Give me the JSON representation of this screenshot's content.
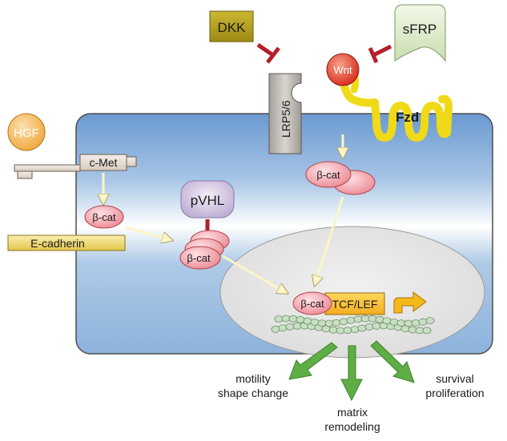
{
  "labels": {
    "dkk": "DKK",
    "sfrp": "sFRP",
    "wnt": "Wnt",
    "lrp": "LRP5/6",
    "fzd": "Fzd",
    "hgf": "HGF",
    "cmet": "c-Met",
    "pvhl": "pVHL",
    "ecadherin": "E-cadherin",
    "bcat": "β-cat",
    "tcf": "TCF/LEF",
    "out_motility_1": "motility",
    "out_motility_2": "shape change",
    "out_matrix_1": "matrix",
    "out_matrix_2": "remodeling",
    "out_survival_1": "survival",
    "out_survival_2": "proliferation"
  },
  "colors": {
    "cell_top": "#6f9fd2",
    "cell_mid": "#ffffff",
    "cell_bottom": "#8fb5dc",
    "nucleus": "#e8e8e8",
    "bcat": "#f3a0a8",
    "inhibit": "#b51f2a",
    "arrow": "#fbf6c4",
    "output_arrow": "#5fae45",
    "tcf": "#f7c42b",
    "fzd": "#f7e31a",
    "dkk": "#b9a21a",
    "chromatin": "#9fc39a"
  }
}
